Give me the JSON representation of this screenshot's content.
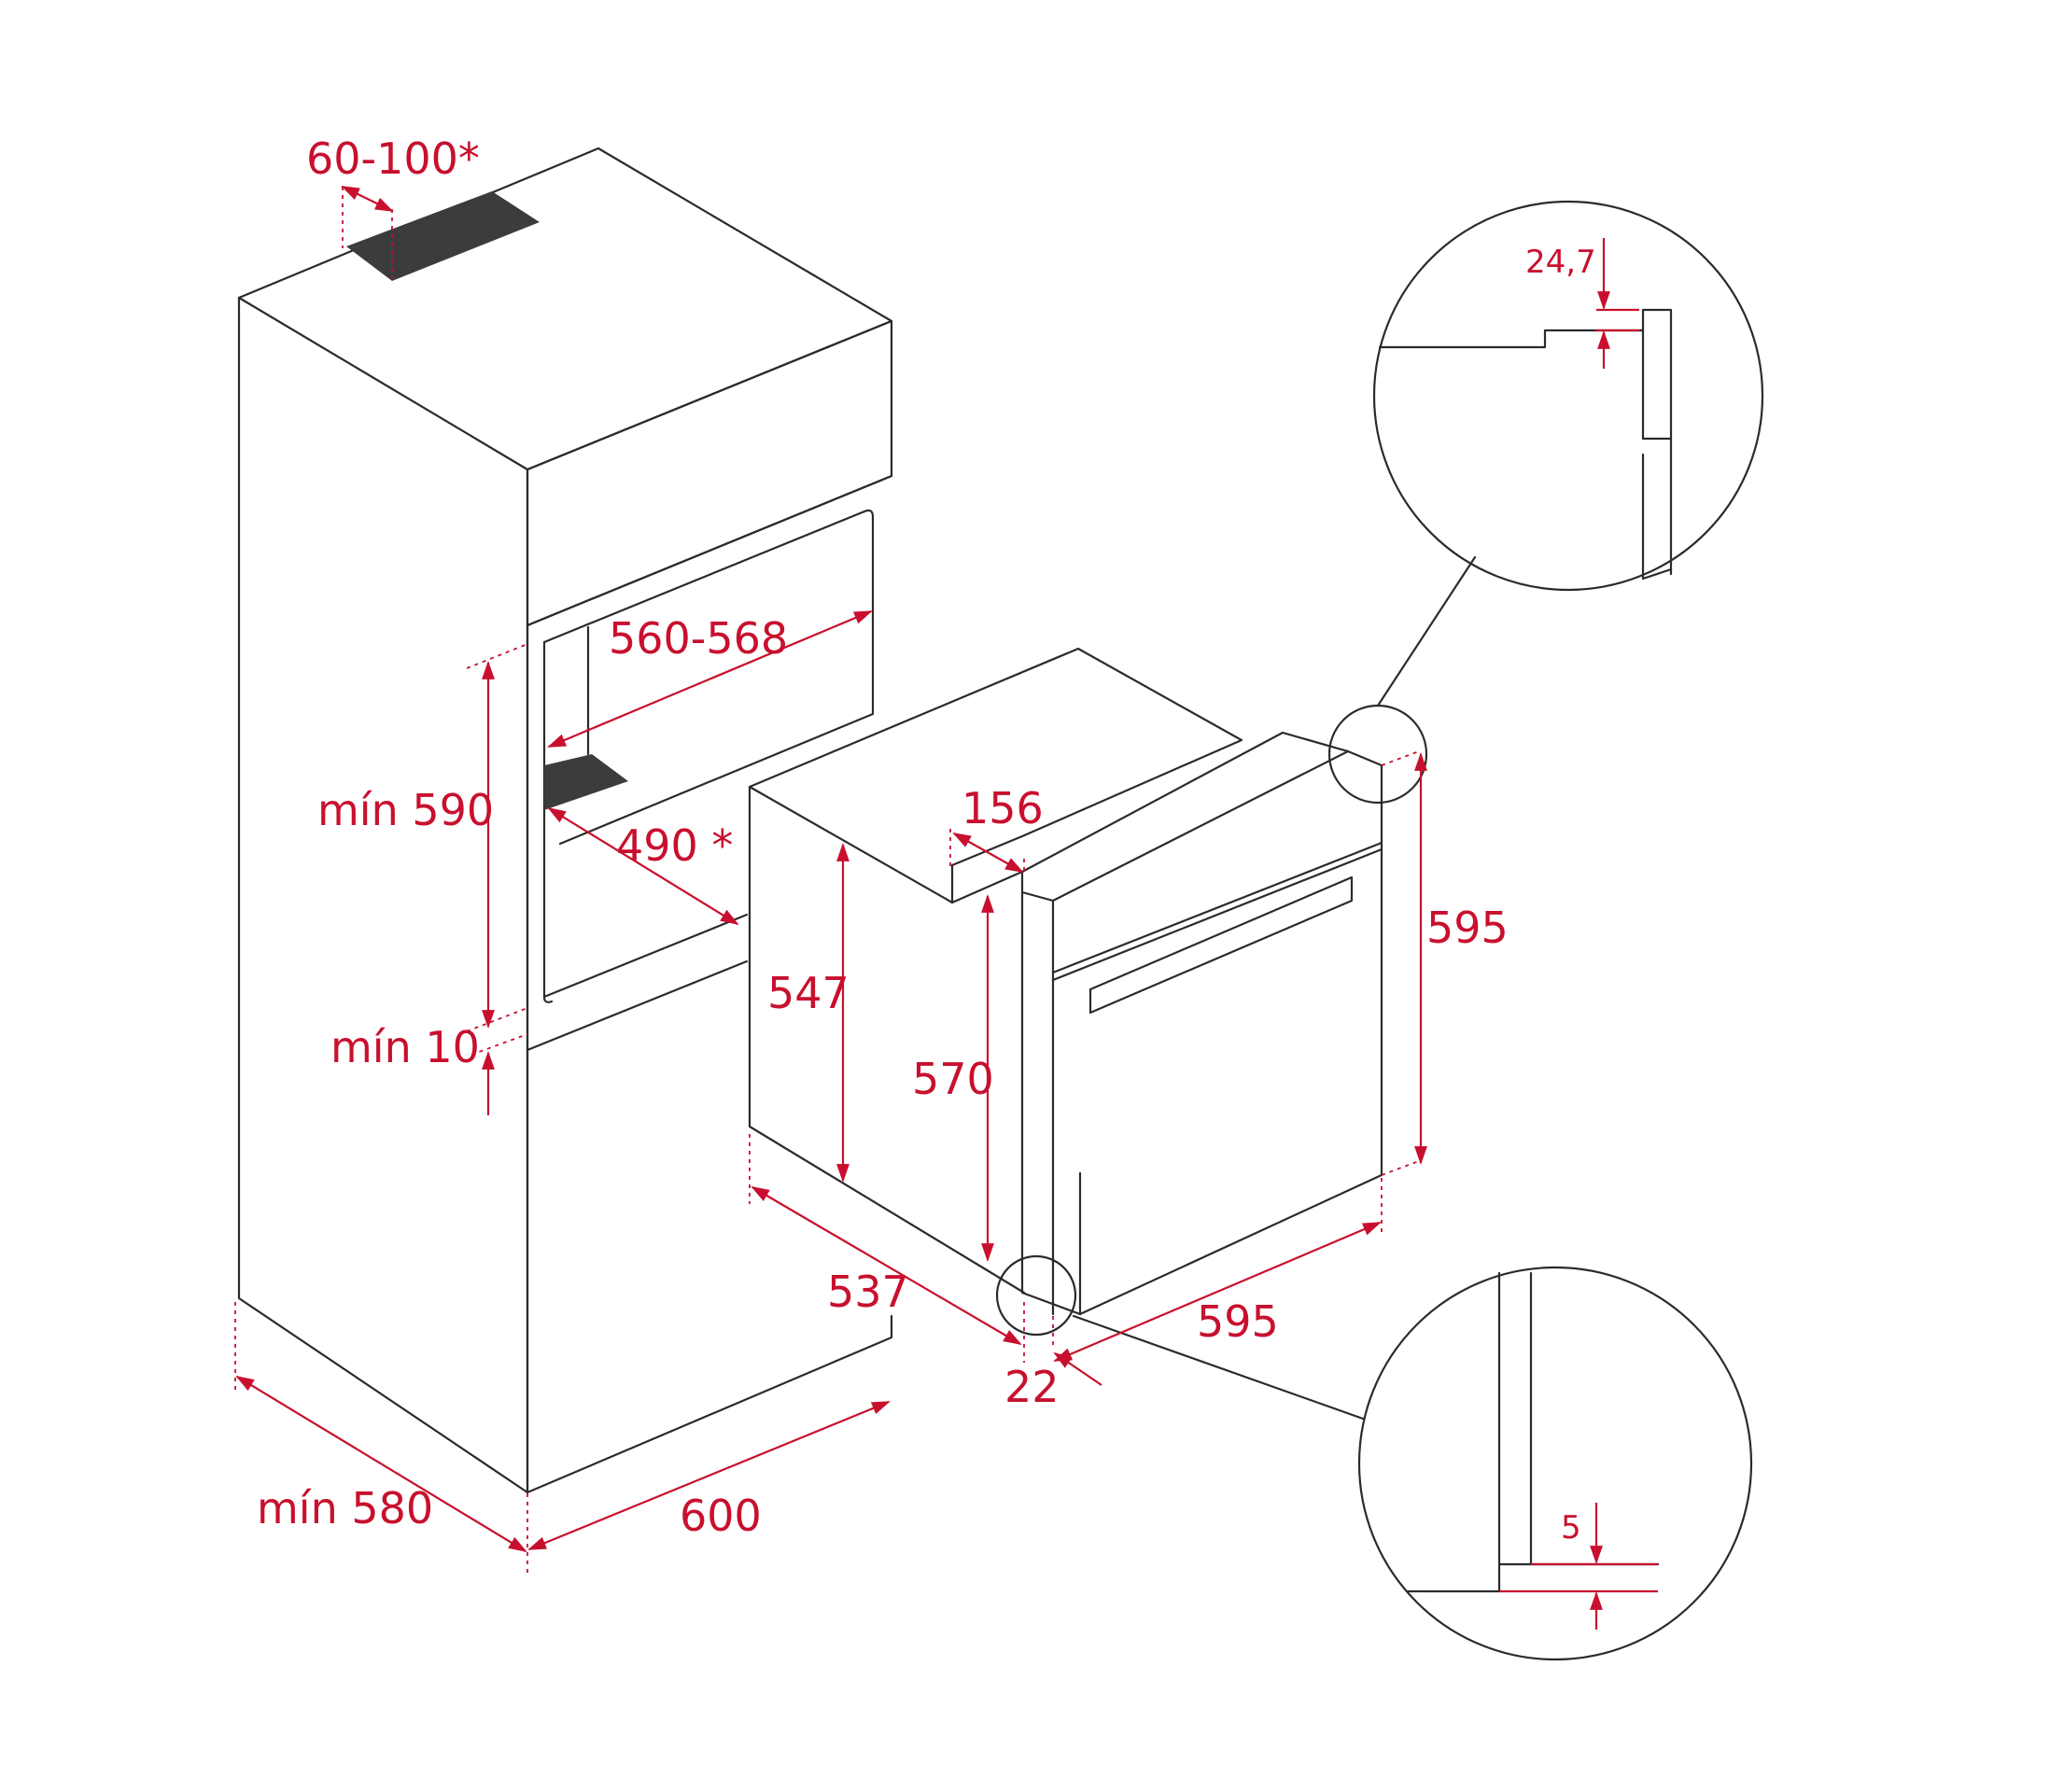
{
  "colors": {
    "line": "#2b2b2b",
    "dimension": "#c8102e",
    "vent": "#3c3c3c"
  },
  "labels": {
    "vent_depth": "60-100*",
    "niche_width": "560-568",
    "niche_depth": "490 *",
    "niche_height": "mín 590",
    "niche_base": "mín 10",
    "cabinet_depth": "mín 580",
    "cabinet_width": "600",
    "oven_top_recess": "156",
    "oven_body_height": "547",
    "oven_inner_height": "570",
    "oven_depth": "537",
    "oven_front_thickness": "22",
    "oven_height": "595",
    "oven_width": "595",
    "detail_top_gap": "24,7",
    "detail_bottom_gap": "5"
  }
}
